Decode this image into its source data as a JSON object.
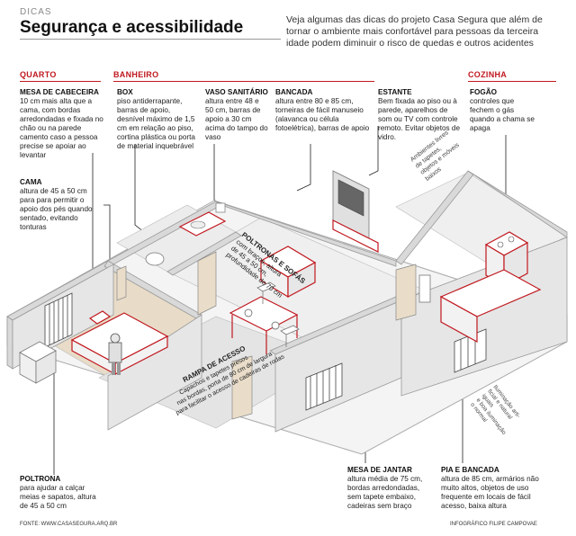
{
  "header": {
    "kicker": "DICAS",
    "title": "Segurança e acessibilidade",
    "intro": "Veja algumas das dicas do projeto Casa Segura que além de tornar o ambiente mais confortável para pessoas da terceira idade podem diminuir o risco de quedas e outros acidentes"
  },
  "sections": {
    "quarto": "QUARTO",
    "banheiro": "BANHEIRO",
    "cozinha": "COZINHA"
  },
  "notes": {
    "mesa_cabeceira": {
      "title": "MESA DE CABECEIRA",
      "text": "10 cm mais alta que a cama, com bordas arredondadas e fixada no chão ou na parede camento caso a pessoa precise se apoiar ao levantar"
    },
    "cama": {
      "title": "CAMA",
      "text": "altura de 45 a 50 cm para para permitir o apoio dos pés quando sentado, evitando tonturas"
    },
    "box": {
      "title": "BOX",
      "text": "piso antiderrapante, barras de apoio, desnível máximo de 1,5 cm em relação ao piso, cortina plástica ou porta de material inquebrável"
    },
    "vaso": {
      "title": "VASO SANITÁRIO",
      "text": "altura entre 48 e 50 cm, barras de apoio a 30 cm acima do tampo do vaso"
    },
    "bancada": {
      "title": "BANCADA",
      "text": "altura entre 80 e 85 cm, torneiras de fácil manuseio (alavanca ou célula fotoelétrica), barras de apoio"
    },
    "estante": {
      "title": "ESTANTE",
      "text": "Bem fixada ao piso ou à parede, aparelhos de som ou TV com controle remoto. Evitar objetos de vidro."
    },
    "fogao": {
      "title": "FOGÃO",
      "text": "controles que fechem o gás quando a chama se apaga"
    },
    "poltrona": {
      "title": "POLTRONA",
      "text": "para ajudar a calçar meias e sapatos, altura de 45 a 50 cm"
    },
    "mesa_jantar": {
      "title": "MESA DE JANTAR",
      "text": "altura média de 75 cm, bordas arredondadas, sem tapete embaixo, cadeiras sem braço"
    },
    "pia": {
      "title": "PIA E BANCADA",
      "text": "altura de 85 cm, armários não muito altos, objetos de uso frequente em locais de fácil acesso, baixa altura"
    }
  },
  "floor_labels": {
    "poltronas_title": "POLTRONAS E SOFÁS",
    "poltronas_l1": "com braços, altura",
    "poltronas_l2": "de 45 a 50 cm,",
    "poltronas_l3": "profundidade de 70 cm",
    "rampa_title": "RAMPA DE ACESSO",
    "rampa_l1": "Capachos e tapetes presos",
    "rampa_l2": "nas bordas, porta de 80 cm de largura",
    "rampa_l3": "para facilitar o acesso de cadeiras de rodas",
    "ambiente_l1": "Ambientes livres",
    "ambiente_l2": "de tapetes,",
    "ambiente_l3": "objetos e móveis",
    "ambiente_l4": "baixos",
    "ilumina_l1": "Iluminação arti-",
    "ilumina_l2": "ficial e natural",
    "ilumina_l3": "iguais",
    "ilumina_l4": "e boa iluminação",
    "ilumina_l5": "o normal"
  },
  "footer": {
    "source": "FONTE: WWW.CASASEGURA.ARQ.BR",
    "credit": "INFOGRÁFICO FILIPE CAMPOVAE"
  },
  "colors": {
    "accent": "#c0181f",
    "wall": "#d9d9d9",
    "floor": "#eeeeee",
    "wood": "#e8dcc8"
  }
}
